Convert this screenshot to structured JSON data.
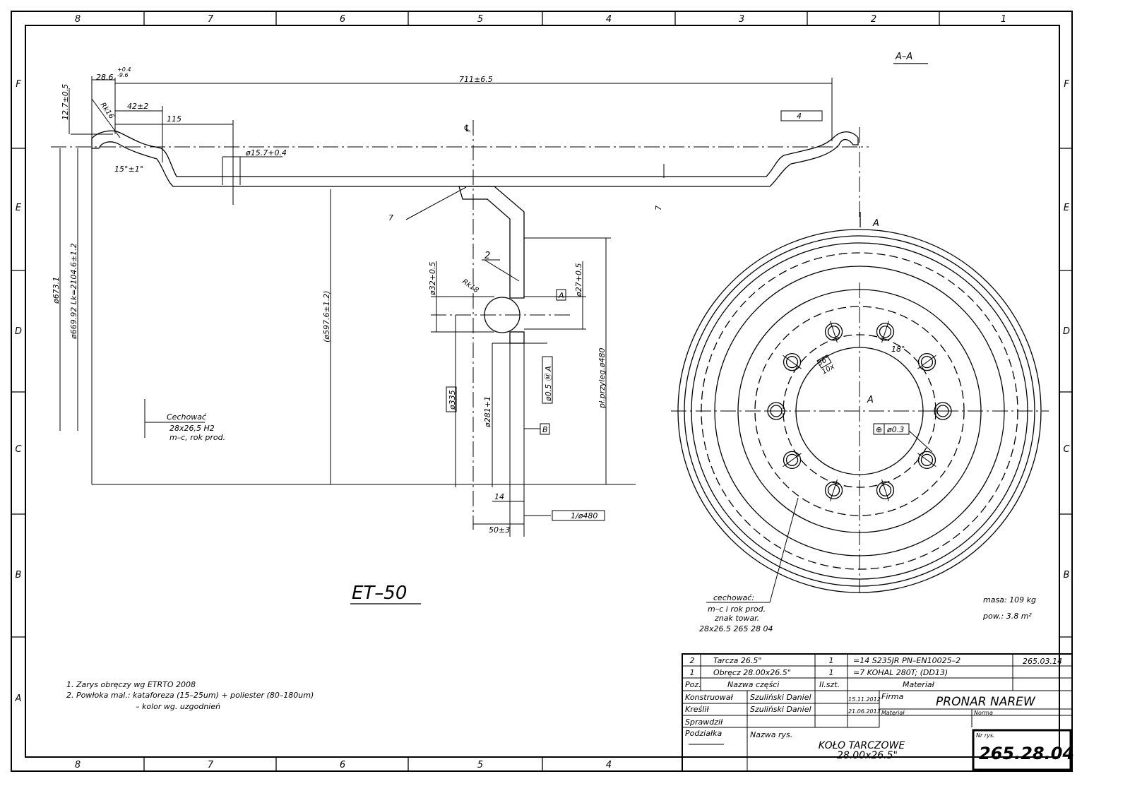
{
  "zones": {
    "columns": [
      "8",
      "7",
      "6",
      "5",
      "4",
      "3",
      "2",
      "1"
    ],
    "rows": [
      "F",
      "E",
      "D",
      "C",
      "B",
      "A"
    ]
  },
  "section_label": "A–A",
  "view_label": "ET–50",
  "section_marks": {
    "top": "A",
    "bottom": "A"
  },
  "dimensions": {
    "d_28_6": "28.6",
    "tol_plus": "+0.4",
    "tol_minus": "-9.6",
    "d_711": "711±6.5",
    "d_12_7": "12.7±0.5",
    "d_42": "42±2",
    "d_115": "115",
    "d_rk16": "Rk16",
    "d_15deg": "15°±1°",
    "d_15_7": "ø15.7+0.4",
    "d_673": "ø673.1",
    "d_669": "ø669.92  Lk=2104.6±1.2",
    "d_597": "(ø597.6±1.2)",
    "d_32": "ø32+0.5",
    "d_rk18": "Rk18",
    "d_27": "ø27+0.5",
    "d_335": "ø335",
    "d_281": "ø281+1",
    "d_pos": "ø0.5 Ⓜ A",
    "d_480": "pł.przyleg.ø480",
    "d_14": "14",
    "d_50": "50±3",
    "d_flat": "1/ø480",
    "d_runout": "4",
    "d_18": "18°",
    "d_36": "36°",
    "d_10x": "10x",
    "d_pos2": "ø0.3",
    "part_2": "2",
    "datum_a": "A",
    "datum_b": "B",
    "weld": "7",
    "weld_z": "7",
    "centerline": "℄"
  },
  "marking_left": {
    "title": "Cechować",
    "line1": "28x26,5  H2",
    "line2": "m–c, rok prod."
  },
  "marking_right": {
    "title": "cechować:",
    "line1": "m–c i rok prod.",
    "line2": "znak towar.",
    "line3": "28x26.5  265 28 04"
  },
  "mass": "masa:  109 kg",
  "surface": "pow.:  3.8 m²",
  "notes": [
    "1.  Zarys obręczy wg ETRTO 2008",
    "2.  Powłoka mal.:  kataforeza (15–25um) + poliester (80–180um)",
    "– kolor wg. uzgodnień"
  ],
  "title_block": {
    "parts": [
      {
        "pos": "2",
        "name": "Tarcza 26.5\"",
        "qty": "1",
        "material": "=14  S235JR      PN–EN10025–2",
        "ref": "265.03.14"
      },
      {
        "pos": "1",
        "name": "Obręcz 28.00x26.5\"",
        "qty": "1",
        "material": "=7  KOHAL 280T;  (DD13)",
        "ref": ""
      }
    ],
    "header": {
      "pos": "Poz.",
      "name": "Nazwa części",
      "qty": "Il.szt.",
      "material": "Materiał"
    },
    "designed_label": "Konstruował",
    "designed_by": "Szuliński Daniel",
    "designed_date": "15.11.2012",
    "drawn_label": "Kreślił",
    "drawn_by": "Szuliński Daniel",
    "drawn_date": "21.06.2013",
    "checked_label": "Sprawdził",
    "scale_label": "Podziałka",
    "firm_label": "Firma",
    "firm": "PRONAR  NAREW",
    "material_label": "Materiał",
    "norm_label": "Norma",
    "drawing_name_label": "Nazwa rys.",
    "drawing_name_1": "KOŁO  TARCZOWE",
    "drawing_name_2": "28.00x26.5\"",
    "drawing_no_label": "Nr rys.",
    "drawing_no": "265.28.04"
  }
}
